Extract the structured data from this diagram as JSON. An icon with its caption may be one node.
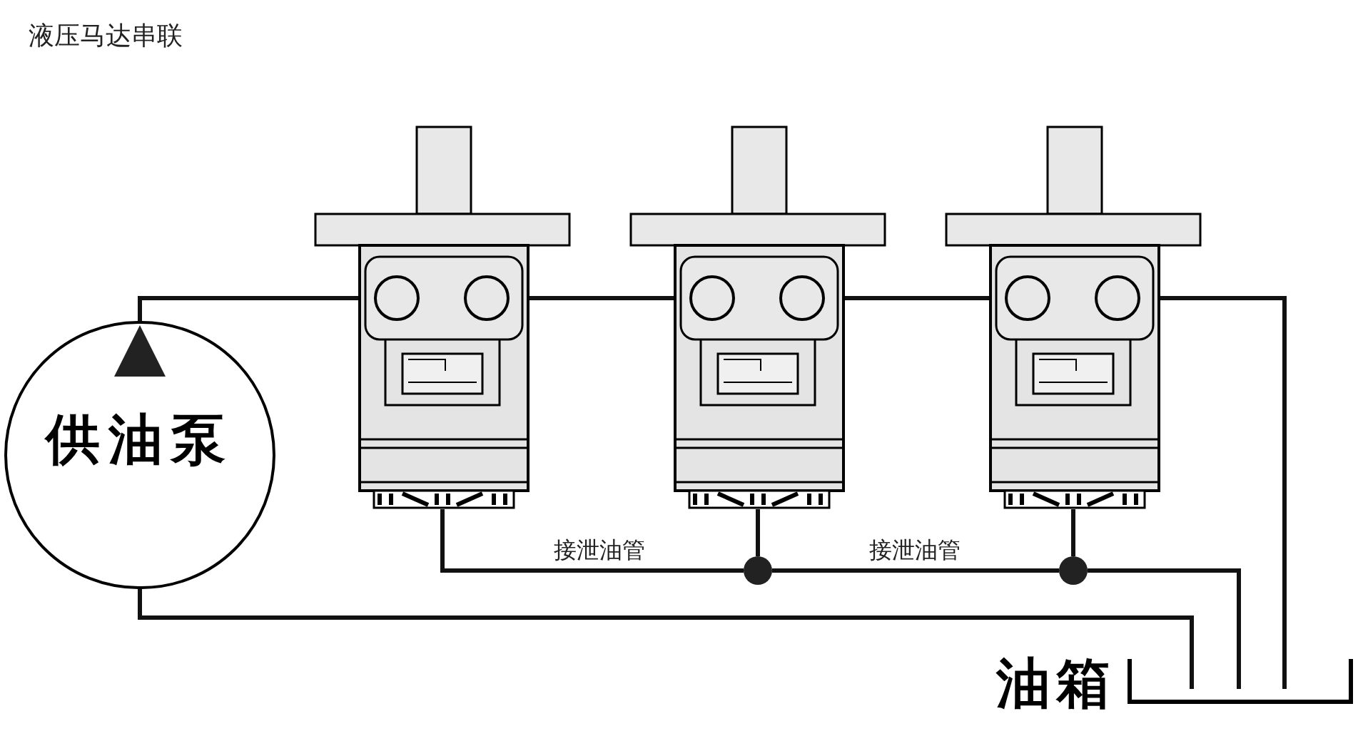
{
  "diagram": {
    "title": "液压马达串联",
    "nodes": [
      {
        "text": [
          "供油泵"
        ]
      },
      {
        "text": [],
        "shape": "picture"
      },
      {
        "text": [],
        "shape": "picture"
      },
      {
        "text": [],
        "shape": "picture"
      },
      {
        "text": [],
        "shape": "circle",
        "in": 1
      },
      {
        "text": [],
        "shape": "circle",
        "in": 1
      },
      {
        "text": [],
        "shape": "circle",
        "in": 2
      },
      {
        "text": [],
        "shape": "circle",
        "in": 2
      },
      {
        "text": [],
        "shape": "circle",
        "in": 3
      },
      {
        "text": [],
        "shape": "circle",
        "in": 3
      },
      {
        "text": [],
        "shape": "box",
        "beside": [
          "油箱"
        ]
      },
      {
        "text": [],
        "shape": "circle"
      },
      {
        "text": [],
        "shape": "circle"
      }
    ],
    "edges": [
      {
        "from": 0,
        "to": 4,
        "arrow": "none"
      },
      {
        "from": 5,
        "to": 6,
        "arrow": "none"
      },
      {
        "from": 7,
        "to": 8,
        "arrow": "none"
      },
      {
        "from": 9,
        "to": 10,
        "arrow": "none"
      },
      {
        "from": 1,
        "to": 11,
        "arrow": "none",
        "label": "接泄油管"
      },
      {
        "from": 2,
        "to": 11,
        "arrow": "none"
      },
      {
        "from": 11,
        "to": 12,
        "arrow": "none",
        "label": "接泄油管"
      },
      {
        "from": 3,
        "to": 12,
        "arrow": "none"
      },
      {
        "from": 12,
        "to": 10,
        "arrow": "none"
      },
      {
        "from": 0,
        "to": 10,
        "arrow": "none"
      }
    ]
  }
}
